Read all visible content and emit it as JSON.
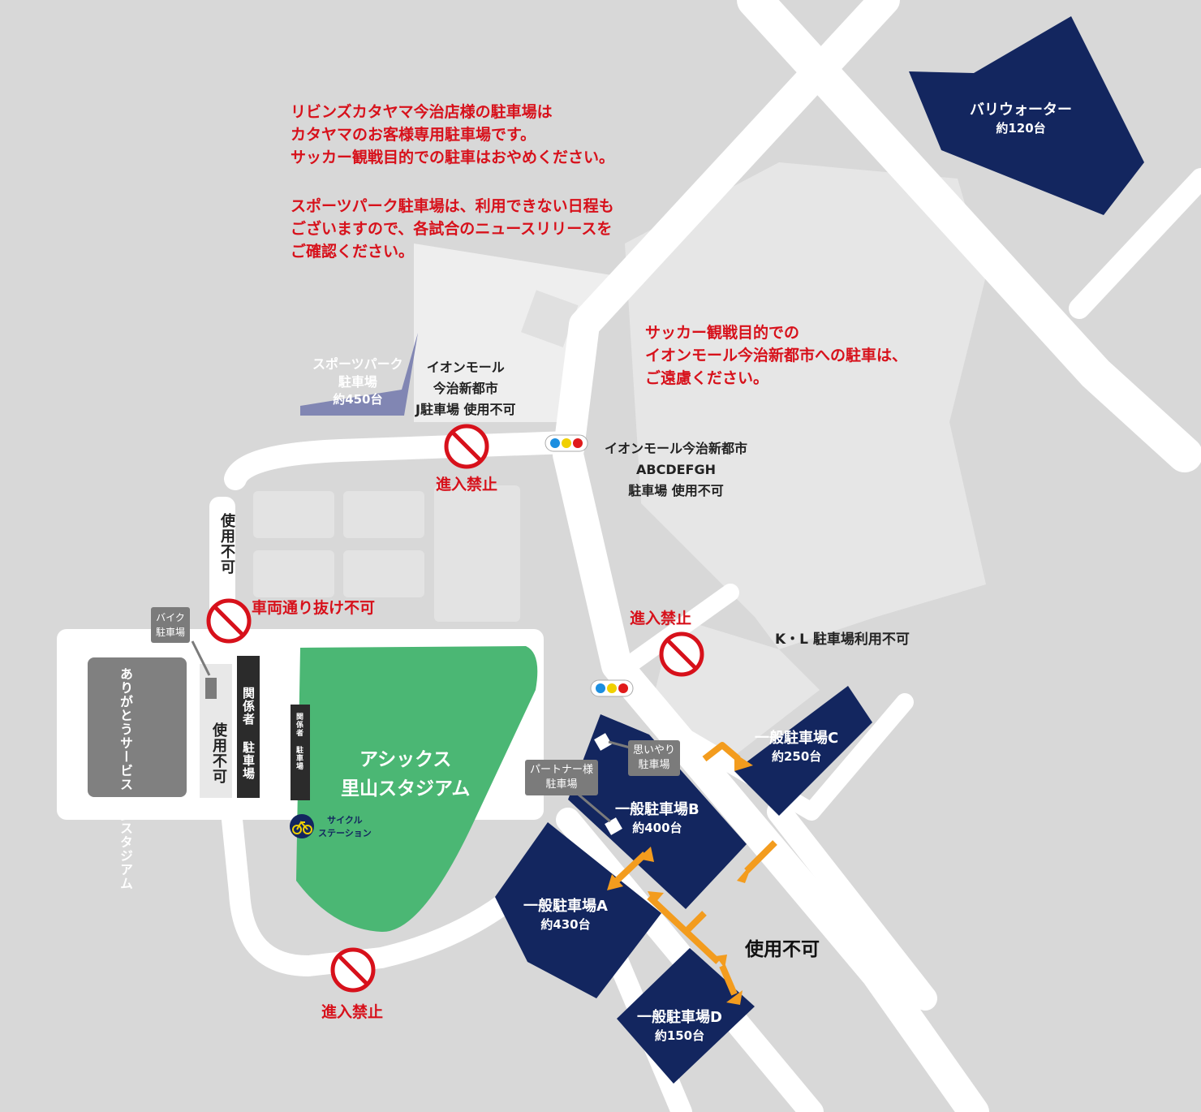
{
  "notes": {
    "katayama": [
      "リビンズカタヤマ今治店様の駐車場は",
      "カタヤマのお客様専用駐車場です。",
      "サッカー観戦目的での駐車はおやめください。"
    ],
    "sports_park": [
      "スポーツパーク駐車場は、利用できない日程も",
      "ございますので、各試合のニュースリリースを",
      "ご確認ください。"
    ],
    "aeon": [
      "サッカー観戦目的での",
      "イオンモール今治新都市への駐車は、",
      "ご遠慮ください。"
    ]
  },
  "lots": {
    "barry": {
      "name": "バリウォーター",
      "count": "約120台"
    },
    "sports_park": {
      "name_line1": "スポーツパーク",
      "name_line2": "駐車場",
      "count": "約450台"
    },
    "aeon_j": [
      "イオンモール",
      "今治新都市",
      "J駐車場 使用不可"
    ],
    "aeon_main": [
      "イオンモール今治新都市",
      "ABCDEFGH",
      "駐車場 使用不可"
    ],
    "kl": "K・L 駐車場利用不可",
    "a": {
      "name": "一般駐車場A",
      "count": "約430台"
    },
    "b": {
      "name": "一般駐車場B",
      "count": "約400台"
    },
    "c": {
      "name": "一般駐車場C",
      "count": "約250台"
    },
    "d": {
      "name": "一般駐車場D",
      "count": "約150台"
    }
  },
  "facilities": {
    "stadium": [
      "アシックス",
      "里山スタジアム"
    ],
    "yume": "ありがとうサービス.夢スタジアム",
    "unusable_vertical": "使用不可",
    "staff_parking_1": "関係者 駐車場",
    "staff_parking_2": "関係者 駐車場",
    "cycle_station": [
      "サイクル",
      "ステーション"
    ],
    "bike_parking": [
      "バイク",
      "駐車場"
    ],
    "omoiyari": [
      "思いやり",
      "駐車場"
    ],
    "partner": [
      "パートナー様",
      "駐車場"
    ]
  },
  "labels": {
    "no_entry": "進入禁止",
    "no_through": "車両通り抜け不可",
    "unusable": "使用不可"
  },
  "colors": {
    "background": "#d8d8d8",
    "road": "#ffffff",
    "lot_navy": "#13265f",
    "sports_park_purple": "#8186b3",
    "stadium_green": "#4bb774",
    "alert_red": "#d7111b",
    "arrow_orange": "#f39c1e",
    "label_gray": "#7b7b7b"
  }
}
